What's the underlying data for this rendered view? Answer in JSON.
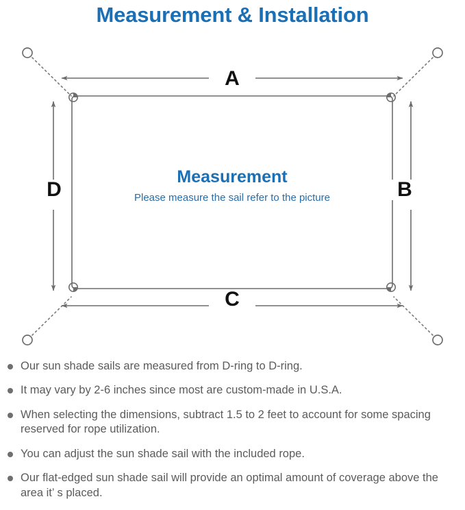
{
  "page": {
    "title": "Measurement & Installation",
    "title_color": "#1b6fb4"
  },
  "diagram": {
    "name": "sun-shade-sail-measurement-diagram",
    "center_title": "Measurement",
    "center_subtitle": "Please measure the sail refer to the picture",
    "center_title_color": "#1b6fb4",
    "center_subtitle_color": "#2a6ca5",
    "line_color": "#6d6d6f",
    "edge_labels": {
      "top": "A",
      "right": "B",
      "bottom": "C",
      "left": "D"
    },
    "anchors": [
      {
        "name": "anchor-point-top-left"
      },
      {
        "name": "anchor-point-top-right"
      },
      {
        "name": "anchor-point-bottom-left"
      },
      {
        "name": "anchor-point-bottom-right"
      }
    ],
    "d_rings": [
      {
        "name": "d-ring-top-left"
      },
      {
        "name": "d-ring-top-right"
      },
      {
        "name": "d-ring-bottom-left"
      },
      {
        "name": "d-ring-bottom-right"
      }
    ]
  },
  "notes": {
    "text_color": "#5b5b5d",
    "bullet_color": "#6f6f71",
    "items": [
      "Our sun shade sails are measured from D-ring to D-ring.",
      "It may vary by 2-6 inches since most are custom-made in U.S.A.",
      "When selecting the dimensions, subtract 1.5 to 2 feet to account for some spacing reserved for rope utilization.",
      "You can adjust the sun shade sail with the included rope.",
      "Our flat-edged sun shade sail will provide an optimal amount of coverage above the area it’ s placed."
    ]
  }
}
